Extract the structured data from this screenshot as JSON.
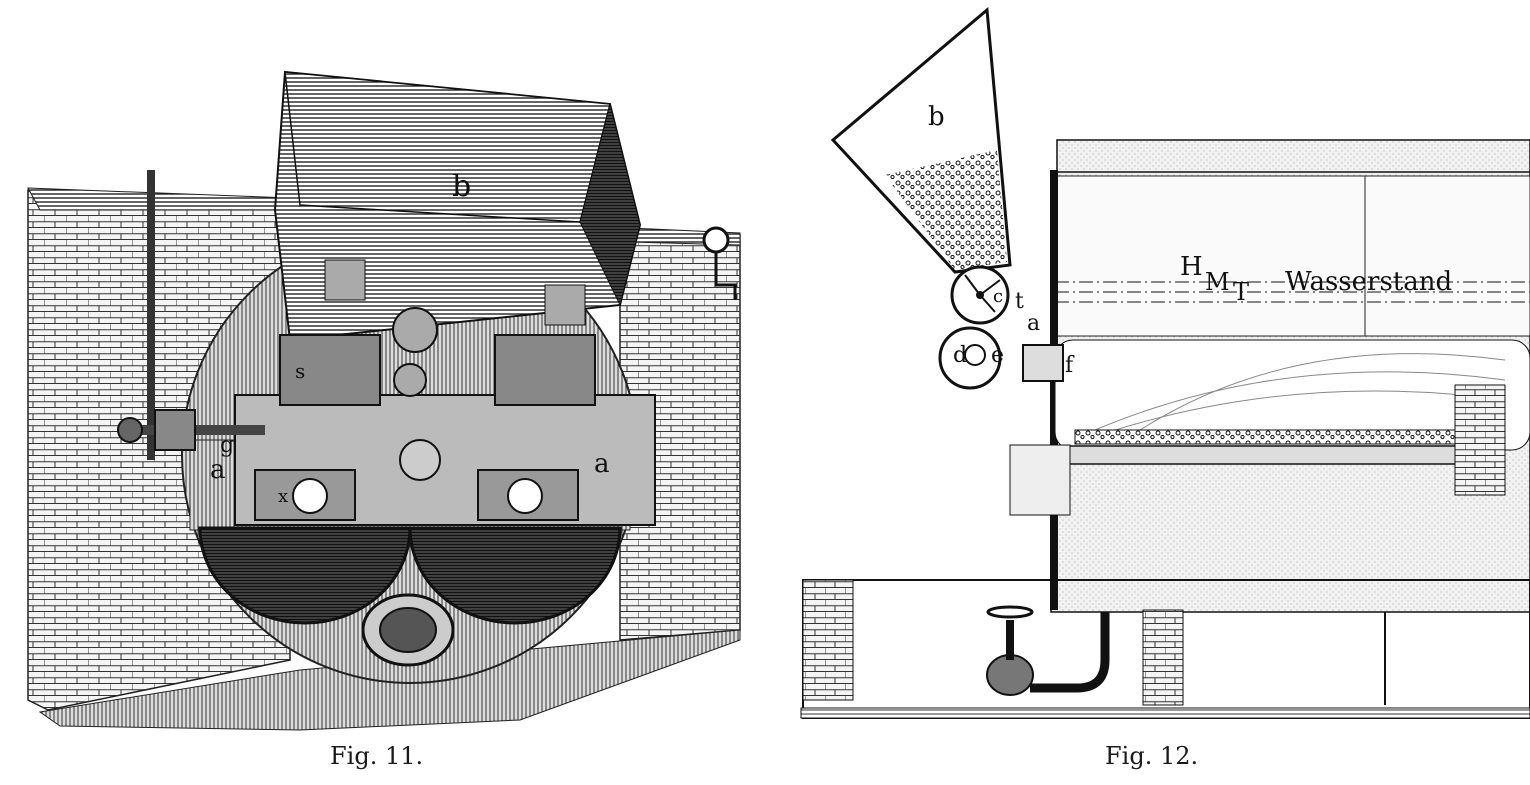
{
  "figures": [
    {
      "caption": "Fig. 11.",
      "labels": {
        "b": "b",
        "a_left": "a",
        "a_right": "a",
        "g": "g",
        "s": "s",
        "x": "x"
      }
    },
    {
      "caption": "Fig. 12.",
      "labels": {
        "b": "b",
        "H": "H",
        "M": "M",
        "T": "T",
        "water": "Wasserstand",
        "t": "t",
        "a": "a",
        "d": "d",
        "e": "e",
        "f": "f",
        "c": "c"
      }
    }
  ],
  "colors": {
    "ink": "#1a1a1a",
    "paper": "#ffffff",
    "shade": "#555555"
  }
}
